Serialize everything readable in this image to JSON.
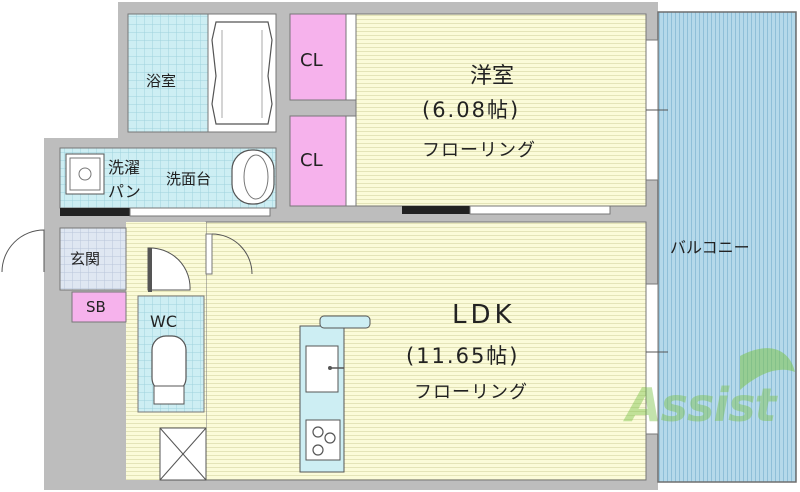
{
  "floorplan": {
    "rooms": {
      "bathroom": "浴室",
      "closet_top": "CL",
      "closet_bottom": "CL",
      "western_room": {
        "name": "洋室",
        "size": "(6.08帖)",
        "floor": "フローリング"
      },
      "laundry_pan": [
        "洗濯",
        "パン"
      ],
      "washbasin": "洗面台",
      "entrance": "玄関",
      "shoe_box": "SB",
      "toilet": "WC",
      "ldk": {
        "name": "LDK",
        "size": "(11.65帖)",
        "floor": "フローリング"
      },
      "balcony": "バルコニー"
    },
    "watermark": "Assist",
    "colors": {
      "wall": "#bdbdbd",
      "room_floor": "#fbfbd9",
      "wet_area": "#cdeef3",
      "closet": "#f6b2ec",
      "balcony": "#b5d9ea"
    }
  }
}
